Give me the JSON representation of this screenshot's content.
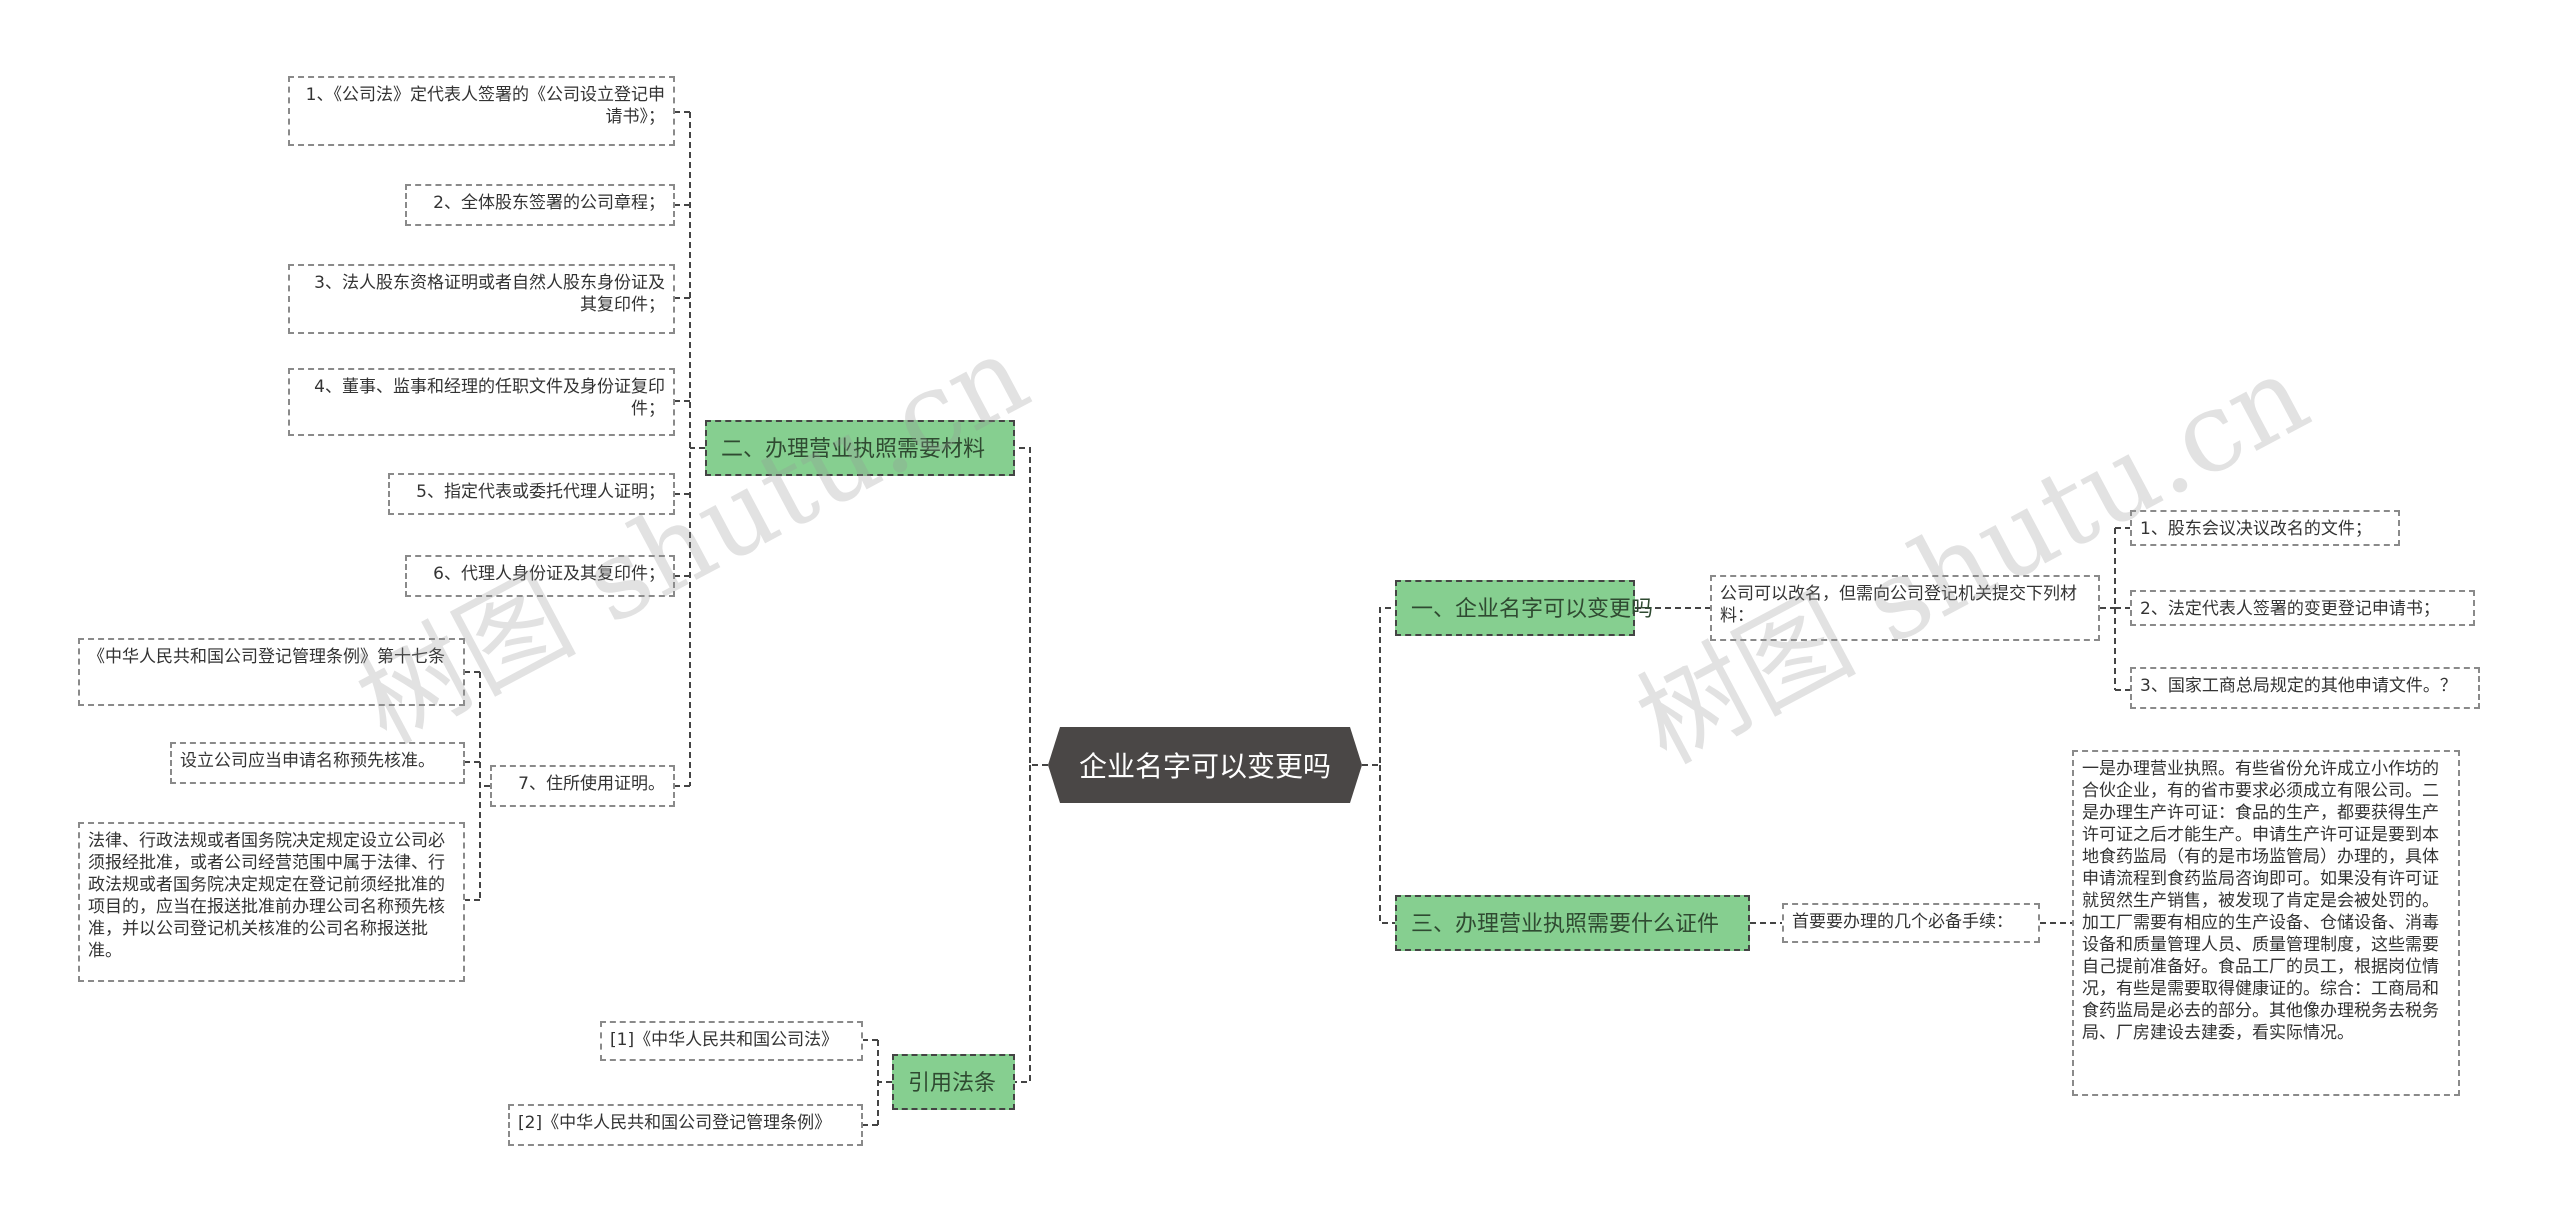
{
  "root": {
    "label": "企业名字可以变更吗"
  },
  "branches": {
    "b1": {
      "label": "一、企业名字可以变更吗"
    },
    "b2": {
      "label": "二、办理营业执照需要材料"
    },
    "b3": {
      "label": "三、办理营业执照需要什么证件"
    },
    "b4": {
      "label": "引用法条"
    }
  },
  "b1_children": {
    "intro": "公司可以改名，但需向公司登记机关提交下列材料：",
    "items": [
      "1、股东会议决议改名的文件；",
      "2、法定代表人签署的变更登记申请书；",
      "3、国家工商总局规定的其他申请文件。？"
    ]
  },
  "b2_children": {
    "items": [
      "1、《公司法》定代表人签署的《公司设立登记申请书》；",
      "2、全体股东签署的公司章程；",
      "3、法人股东资格证明或者自然人股东身份证及其复印件；",
      "4、董事、监事和经理的任职文件及身份证复印件；",
      "5、指定代表或委托代理人证明；",
      "6、代理人身份证及其复印件；",
      "7、住所使用证明。"
    ],
    "item7_children": [
      "《中华人民共和国公司登记管理条例》第十七条",
      "设立公司应当申请名称预先核准。",
      "法律、行政法规或者国务院决定规定设立公司必须报经批准，或者公司经营范围中属于法律、行政法规或者国务院决定规定在登记前须经批准的项目的，应当在报送批准前办理公司名称预先核准，并以公司登记机关核准的公司名称报送批准。"
    ]
  },
  "b3_children": {
    "intro": "首要要办理的几个必备手续：",
    "detail": "一是办理营业执照。有些省份允许成立小作坊的合伙企业，有的省市要求必须成立有限公司。二是办理生产许可证：食品的生产，都要获得生产许可证之后才能生产。申请生产许可证是要到本地食药监局（有的是市场监管局）办理的，具体申请流程到食药监局咨询即可。如果没有许可证就贸然生产销售，被发现了肯定是会被处罚的。加工厂需要有相应的生产设备、仓储设备、消毒设备和质量管理人员、质量管理制度，这些需要自己提前准备好。食品工厂的员工，根据岗位情况，有些是需要取得健康证的。综合：工商局和食药监局是必去的部分。其他像办理税务去税务局、厂房建设去建委，看实际情况。"
  },
  "b4_children": {
    "items": [
      "[1]《中华人民共和国公司法》",
      "[2]《中华人民共和国公司登记管理条例》"
    ]
  },
  "watermark": {
    "text": "树图 shutu.cn"
  },
  "colors": {
    "branch_fill": "#86cf90",
    "root_fill": "#4a4746",
    "line": "#444444"
  }
}
